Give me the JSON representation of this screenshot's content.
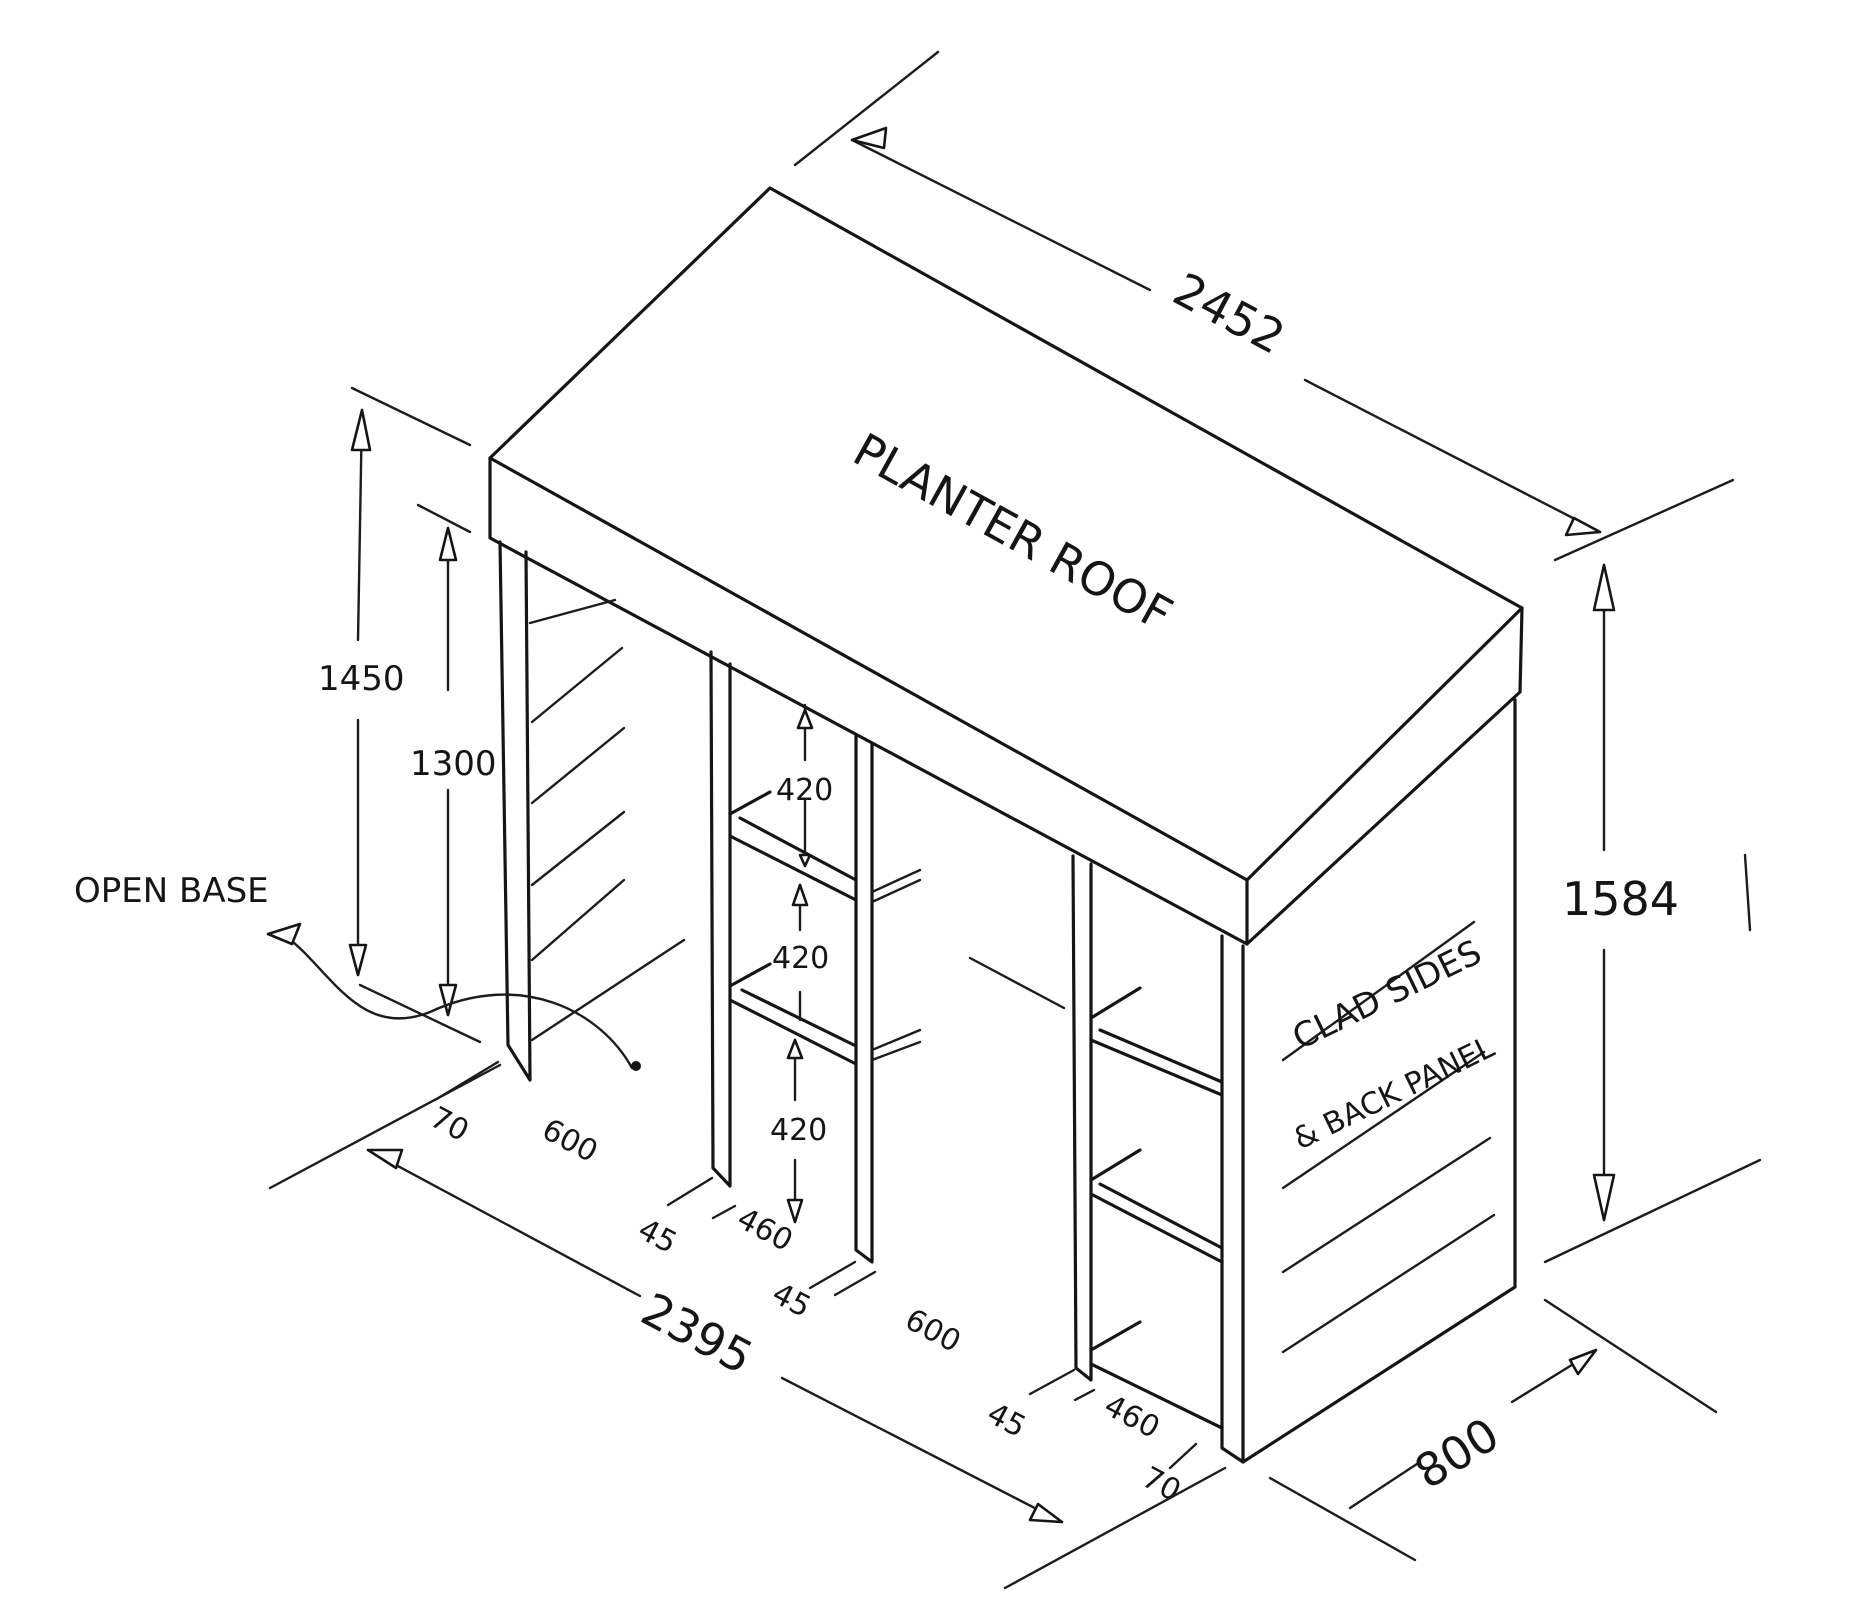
{
  "roof_label": "PLANTER ROOF",
  "dimensions": {
    "roof_length": "2452",
    "overall_height": "1584",
    "height_to_roof": "1450",
    "height_to_beam": "1300",
    "overall_width": "2395",
    "depth": "800",
    "end_post_left": "70",
    "bay_left": "600",
    "post_a": "45",
    "shelf_bay_a": "460",
    "post_b": "45",
    "bay_middle": "600",
    "post_c": "45",
    "shelf_bay_b": "460",
    "end_post_right": "70",
    "shelf_top": "420",
    "shelf_middle": "420",
    "shelf_bottom": "420"
  },
  "notes": {
    "open_base": "OPEN BASE",
    "clad_line1": "CLAD SIDES",
    "clad_line2": "& BACK PANEL"
  }
}
